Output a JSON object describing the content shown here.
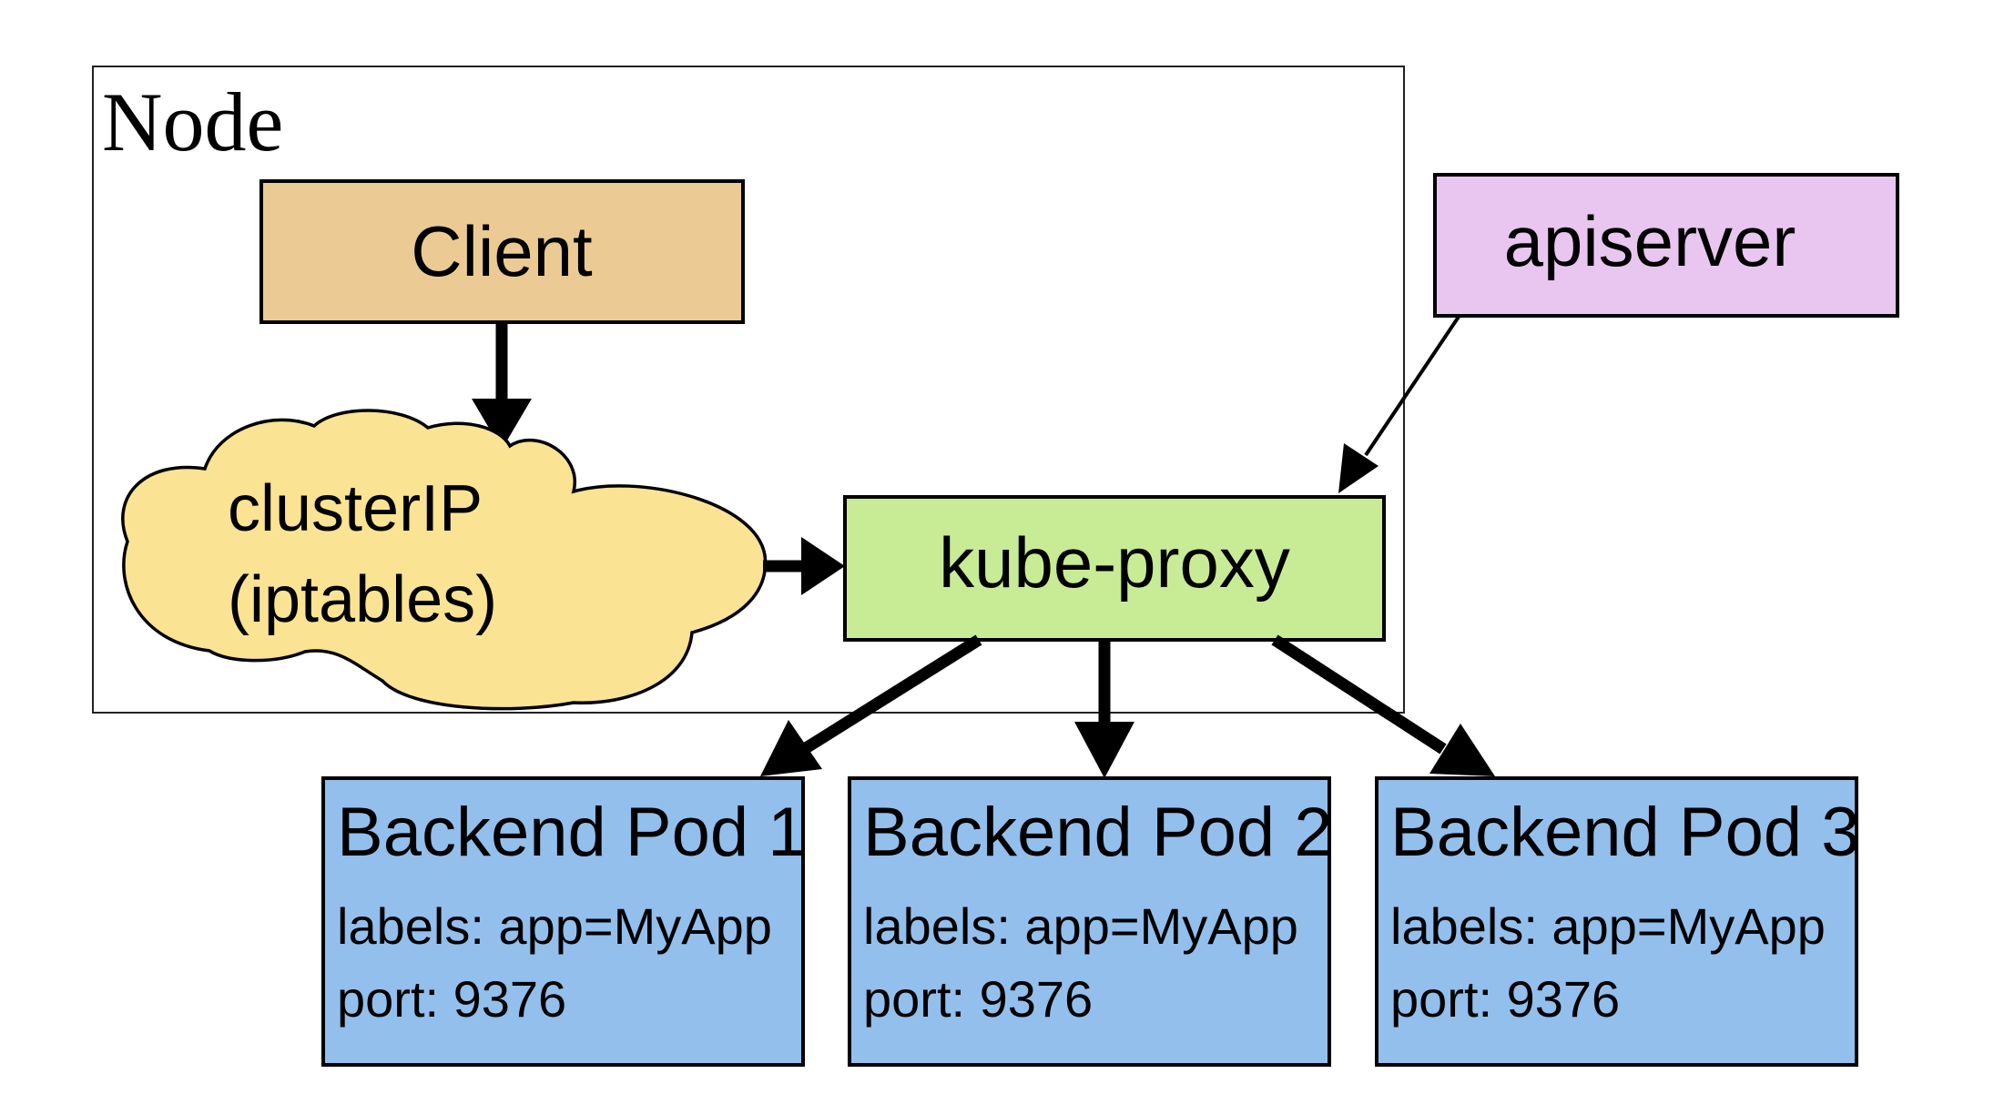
{
  "node": {
    "title": "Node"
  },
  "client": {
    "label": "Client",
    "color": "#EBCB93"
  },
  "cluster_ip": {
    "line1": "clusterIP",
    "line2": "(iptables)",
    "color": "#FAE392"
  },
  "kube_proxy": {
    "label": "kube-proxy",
    "color": "#C8EC96"
  },
  "apiserver": {
    "label": "apiserver",
    "color": "#E8C6F0"
  },
  "pods": [
    {
      "title": "Backend Pod 1",
      "labels": "labels: app=MyApp",
      "port": "port: 9376"
    },
    {
      "title": "Backend Pod 2",
      "labels": "labels: app=MyApp",
      "port": "port: 9376"
    },
    {
      "title": "Backend Pod 3",
      "labels": "labels: app=MyApp",
      "port": "port: 9376"
    }
  ],
  "pod_color": "#93BFEC"
}
